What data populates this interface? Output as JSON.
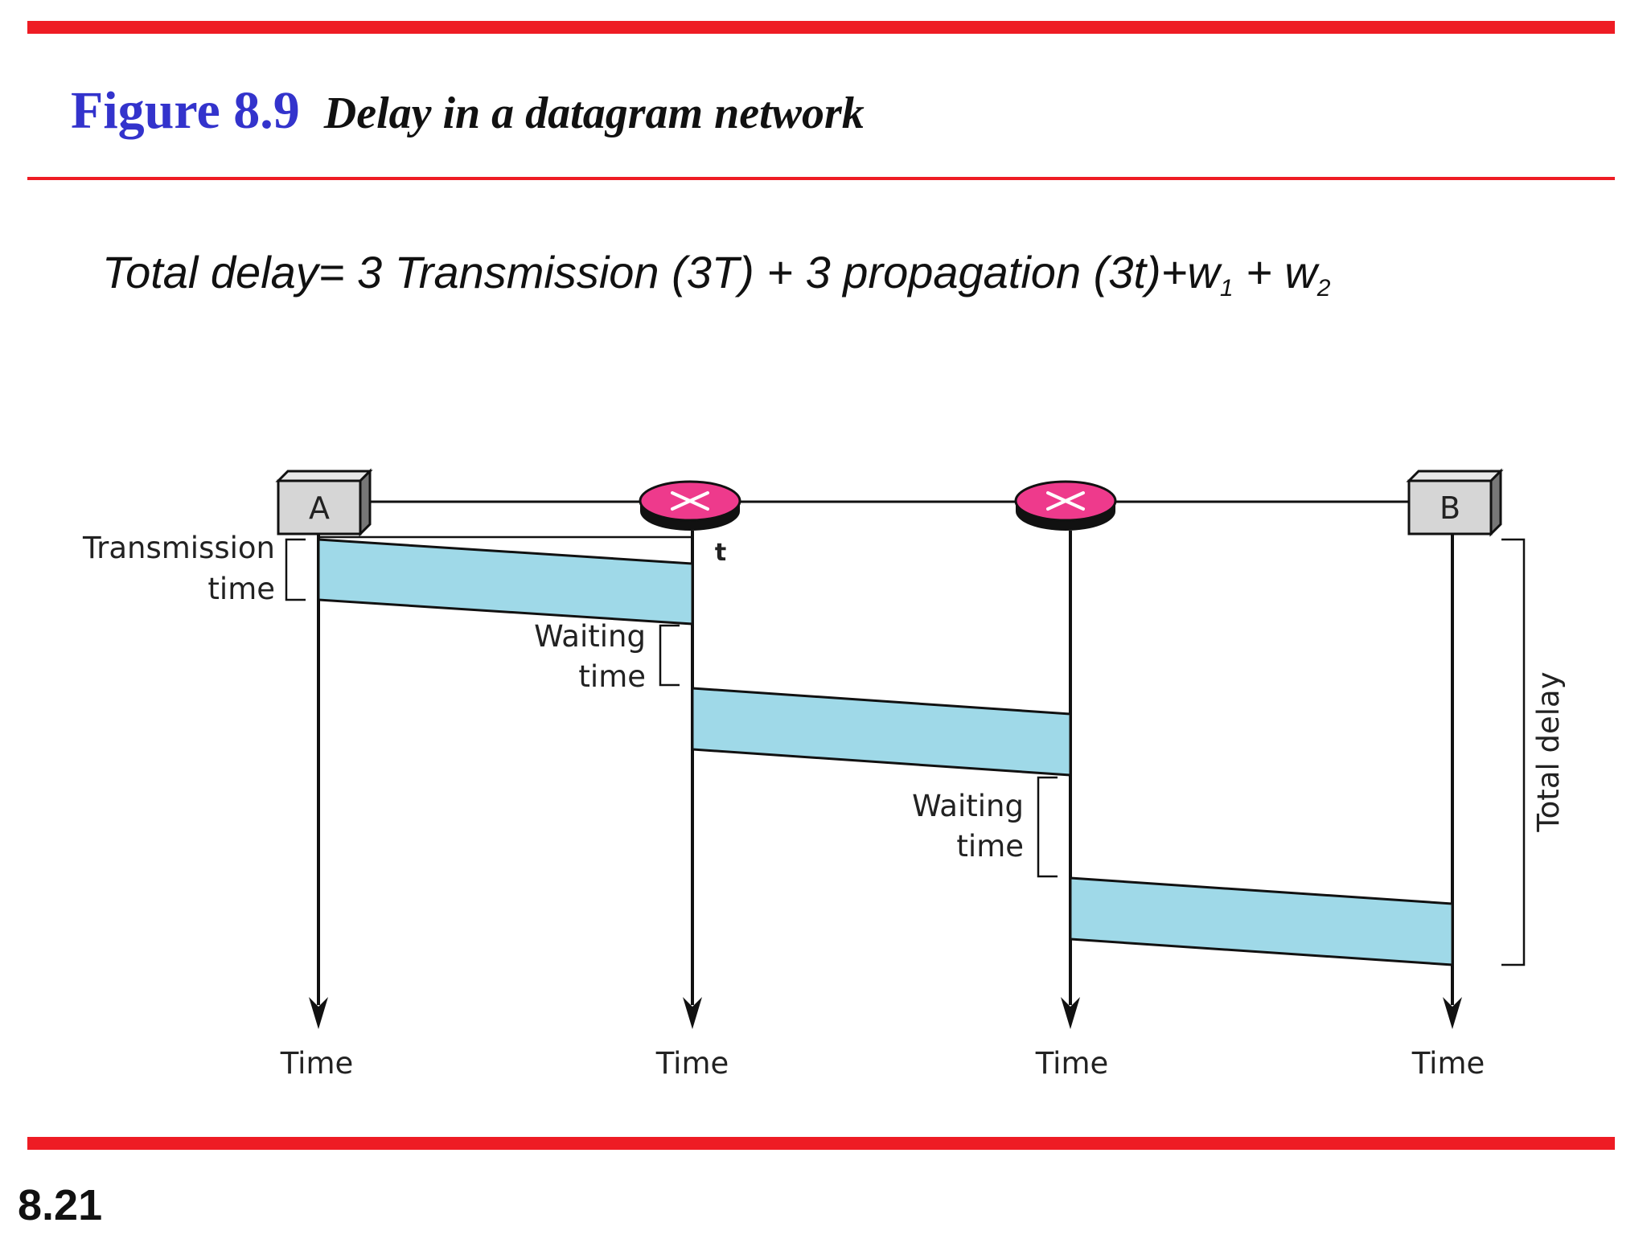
{
  "figure": {
    "number": "Figure 8.9",
    "caption": "Delay in a datagram network"
  },
  "formula": {
    "main": "Total delay= 3 Transmission (3T) + 3 propagation (3t)+w",
    "sub1": "1",
    "mid": " + w",
    "sub2": "2"
  },
  "diagram": {
    "host_a": "A",
    "host_b": "B",
    "transmission_label_line1": "Transmission",
    "transmission_label_line2": "time",
    "propagation_label": "t",
    "waiting_label_line1": "Waiting",
    "waiting_label_line2": "time",
    "total_delay_label": "Total delay",
    "time_label": "Time",
    "colors": {
      "packet": "#9fd9e8",
      "router": "#ee3a8c",
      "rule": "#ee1c24",
      "title": "#3333cc"
    }
  },
  "slide_number": "8.21"
}
